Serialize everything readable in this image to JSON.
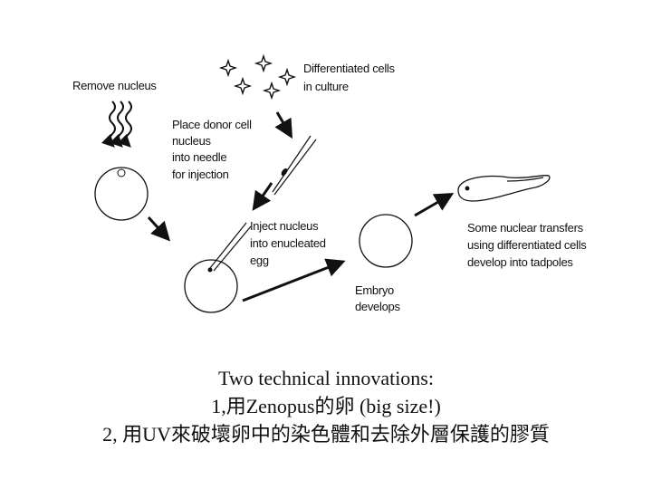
{
  "labels": {
    "remove_nucleus": "Remove nucleus",
    "differentiated_cells": [
      "Differentiated cells",
      "in culture"
    ],
    "place_donor": [
      "Place donor cell",
      "nucleus",
      "into needle",
      "for injection"
    ],
    "inject_nucleus": [
      "Inject nucleus",
      "into enucleated",
      "egg"
    ],
    "embryo": [
      "Embryo",
      "develops"
    ],
    "nuclear_transfers": [
      "Some nuclear transfers",
      "using differentiated cells",
      "develop into tadpoles"
    ]
  },
  "caption": {
    "line1": "Two technical innovations:",
    "line2": "1,用Zenopus的卵 (big size!)",
    "line3": "2, 用UV來破壞卵中的染色體和去除外層保護的膠質"
  },
  "colors": {
    "ink": "#111111",
    "background": "#ffffff"
  }
}
